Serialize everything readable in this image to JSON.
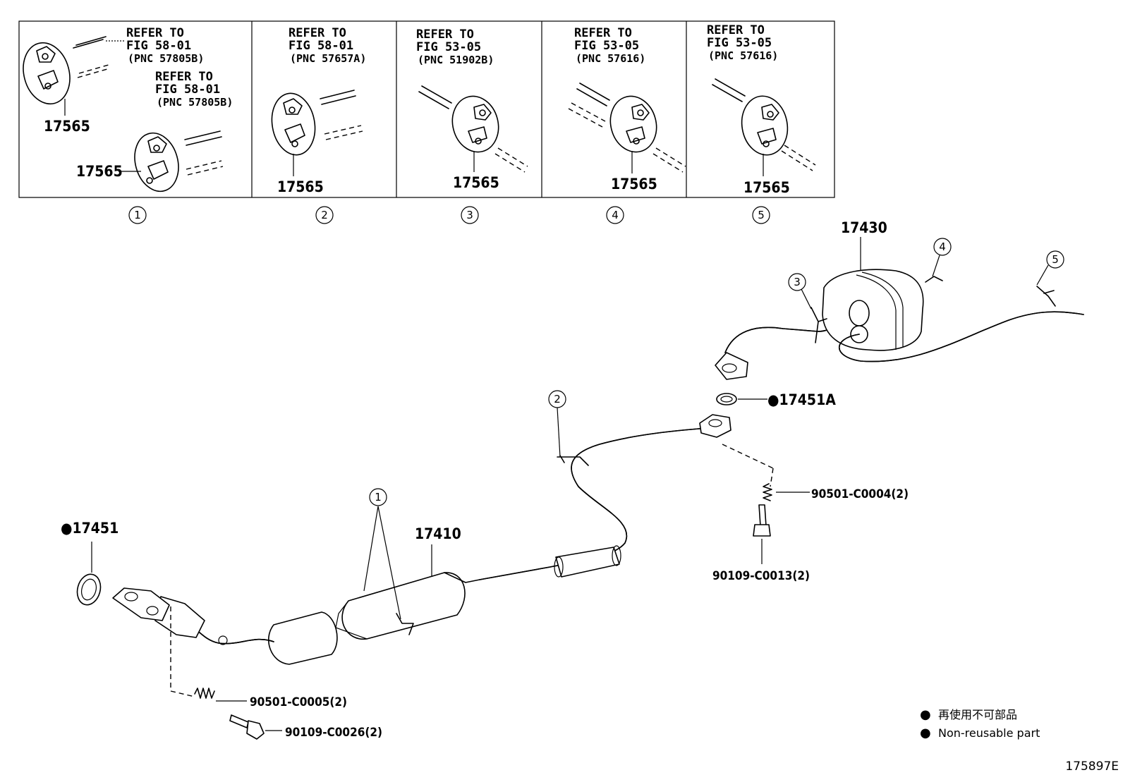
{
  "insets": [
    {
      "number": "1",
      "refs": [
        {
          "refer": "REFER TO",
          "fig": "FIG 58-01",
          "pnc": "(PNC 57805B)"
        },
        {
          "refer": "REFER TO",
          "fig": "FIG 58-01",
          "pnc": "(PNC 57805B)"
        }
      ],
      "parts": [
        "17565",
        "17565"
      ]
    },
    {
      "number": "2",
      "refs": [
        {
          "refer": "REFER TO",
          "fig": "FIG 58-01",
          "pnc": "(PNC 57657A)"
        }
      ],
      "parts": [
        "17565"
      ]
    },
    {
      "number": "3",
      "refs": [
        {
          "refer": "REFER TO",
          "fig": "FIG 53-05",
          "pnc": "(PNC 51902B)"
        }
      ],
      "parts": [
        "17565"
      ]
    },
    {
      "number": "4",
      "refs": [
        {
          "refer": "REFER TO",
          "fig": "FIG 53-05",
          "pnc": "(PNC 57616)"
        }
      ],
      "parts": [
        "17565"
      ]
    },
    {
      "number": "5",
      "refs": [
        {
          "refer": "REFER TO",
          "fig": "FIG 53-05",
          "pnc": "(PNC 57616)"
        }
      ],
      "parts": [
        "17565"
      ]
    }
  ],
  "parts": {
    "tailpipe_muffler": "17430",
    "gasket_rear": "●17451A",
    "gasket_front": "●17451",
    "front_pipe": "17410",
    "spring_rear": "90501-C0004(2)",
    "bolt_rear": "90109-C0013(2)",
    "spring_front": "90501-C0005(2)",
    "bolt_front": "90109-C0026(2)"
  },
  "callouts": {
    "c1": "1",
    "c2": "2",
    "c3": "3",
    "c4": "4",
    "c5": "5"
  },
  "legend": {
    "jp": "再使用不可部品",
    "en": "Non-reusable part",
    "bullet": "●"
  },
  "figure_id": "175897E"
}
